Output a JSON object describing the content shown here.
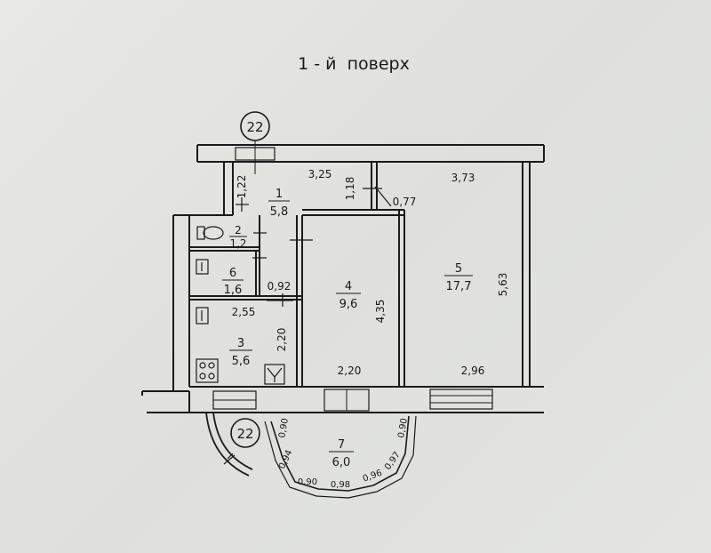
{
  "title": "1 - й  поверх",
  "axis_marker": "22",
  "rooms": [
    {
      "id": "1",
      "area": "5,8"
    },
    {
      "id": "2",
      "area": "1,2"
    },
    {
      "id": "6",
      "area": "1,6"
    },
    {
      "id": "3",
      "area": "5,6"
    },
    {
      "id": "4",
      "area": "9,6"
    },
    {
      "id": "5",
      "area": "17,7"
    },
    {
      "id": "7",
      "area": "6,0"
    }
  ],
  "dimensions": {
    "d_1_22": "1,22",
    "d_3_25": "3,25",
    "d_1_18": "1,18",
    "d_0_77": "0,77",
    "d_3_73": "3,73",
    "d_5_63": "5,63",
    "d_0_92": "0,92",
    "d_2_55": "2,55",
    "d_2_20_a": "2,20",
    "d_4_35": "4,35",
    "d_2_20_b": "2,20",
    "d_2_96": "2,96"
  },
  "balcony_dims": {
    "b_0_90_a": "0,90",
    "b_0_94": "0,94",
    "b_0_90_b": "0,90",
    "b_0_98": "0,98",
    "b_0_96": "0,96",
    "b_0_97": "0,97",
    "b_0_90_c": "0,90"
  }
}
